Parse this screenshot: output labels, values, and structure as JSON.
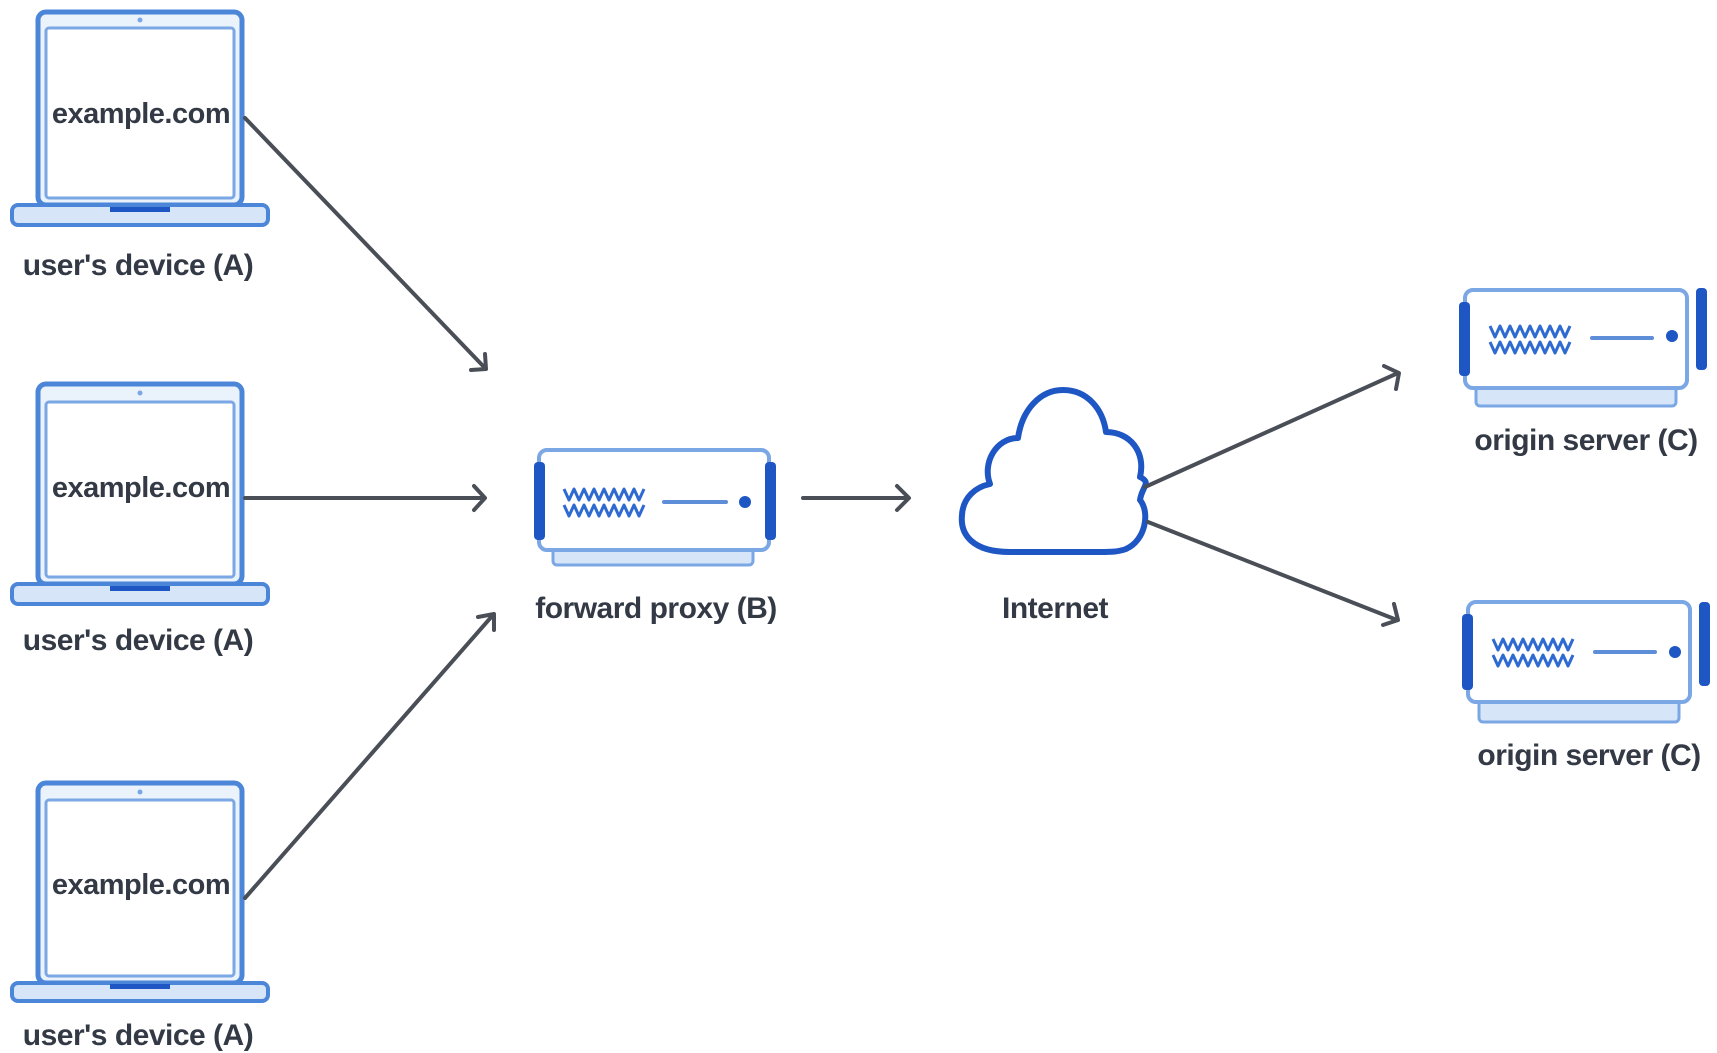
{
  "devices": [
    {
      "screen_text": "example.com",
      "label": "user's device (A)"
    },
    {
      "screen_text": "example.com",
      "label": "user's device (A)"
    },
    {
      "screen_text": "example.com",
      "label": "user's device (A)"
    }
  ],
  "proxy": {
    "label": "forward proxy (B)"
  },
  "internet": {
    "label": "Internet"
  },
  "servers": [
    {
      "label": "origin server (C)"
    },
    {
      "label": "origin server (C)"
    }
  ],
  "colors": {
    "primary_blue": "#1e56c4",
    "light_blue": "#7ba7e4",
    "arrow_gray": "#4a4f57",
    "text": "#333a45"
  }
}
